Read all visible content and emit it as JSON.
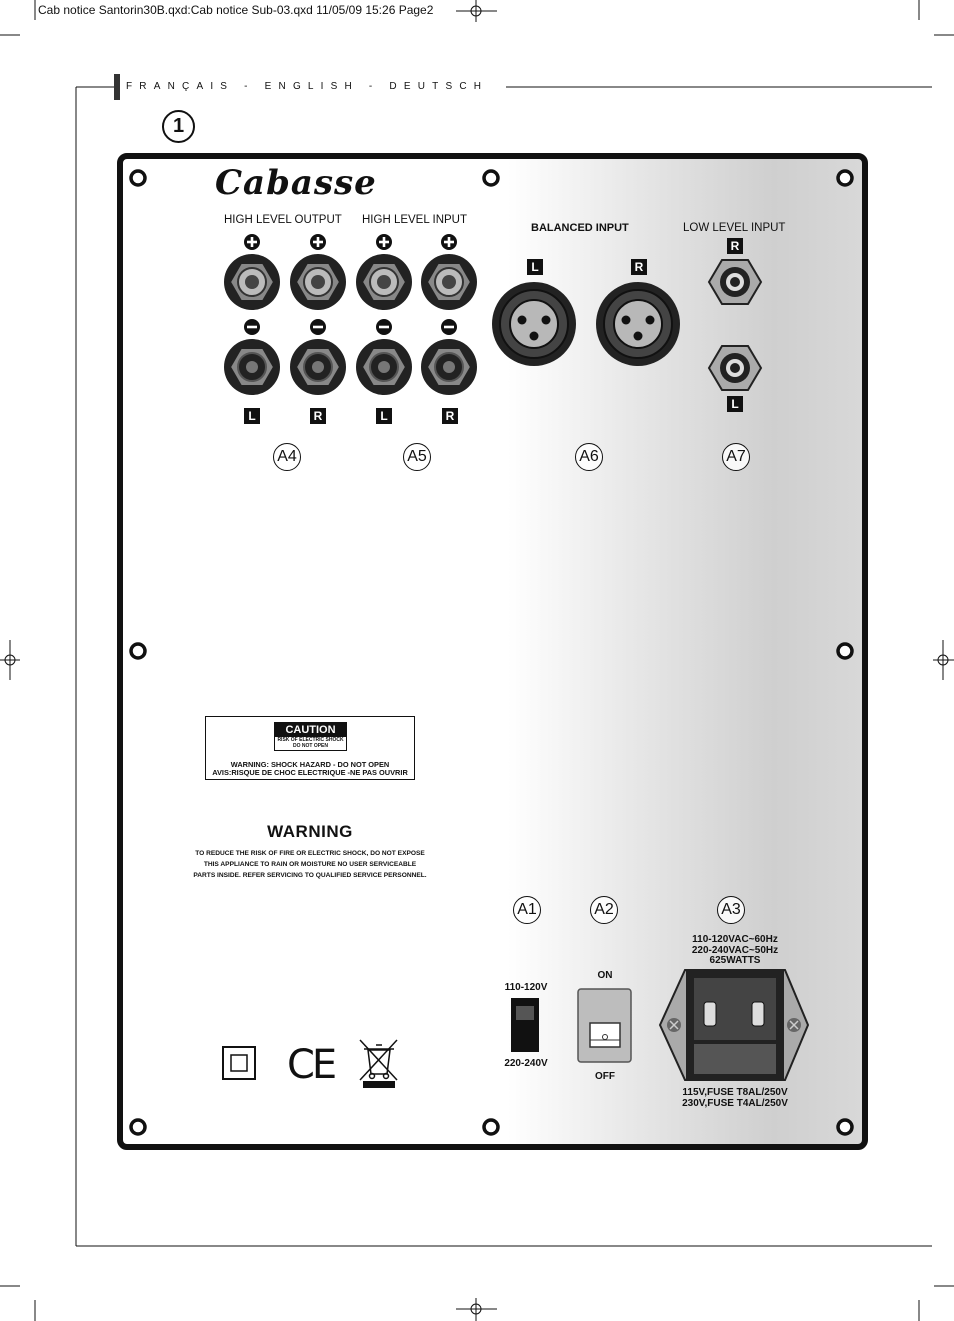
{
  "slug": "Cab notice Santorin30B.qxd:Cab notice Sub-03.qxd  11/05/09  15:26  Page2",
  "languages": "FRANÇAIS - ENGLISH - DEUTSCH",
  "figure_number": "1",
  "brand": "Cabasse",
  "connectors": {
    "high_level_output": "HIGH LEVEL OUTPUT",
    "high_level_input": "HIGH LEVEL INPUT",
    "balanced_input": "BALANCED  INPUT",
    "low_level_input": "LOW  LEVEL  INPUT",
    "plus": "+",
    "minus": "−",
    "left": "L",
    "right": "R"
  },
  "callouts": {
    "a4": "A4",
    "a5": "A5",
    "a6": "A6",
    "a7": "A7",
    "a1": "A1",
    "a2": "A2",
    "a3": "A3"
  },
  "caution": {
    "title": "CAUTION",
    "sub1": "RISK OF ELECTRIC SHOCK",
    "sub2": "DO NOT OPEN",
    "line1": "WARNING: SHOCK HAZARD - DO NOT  OPEN",
    "line2": "AVIS:RISQUE DE CHOC ELECTRIQUE -NE PAS OUVRIR"
  },
  "warning": {
    "title": "WARNING",
    "line1": "TO REDUCE THE RISK OF FIRE OR ELECTRIC SHOCK, DO NOT EXPOSE",
    "line2": "THIS APPLIANCE TO RAIN OR MOISTURE  NO USER SERVICEABLE",
    "line3": "PARTS INSIDE. REFER SERVICING TO QUALIFIED SERVICE PERSONNEL."
  },
  "voltage_switch": {
    "top": "110-120V",
    "bottom": "220-240V"
  },
  "power_switch": {
    "on": "ON",
    "off": "OFF"
  },
  "power_inlet": {
    "spec1": "110-120VAC~60Hz",
    "spec2": "220-240VAC~50Hz",
    "spec3": "625WATTS",
    "fuse1": "115V,FUSE T8AL/250V",
    "fuse2": "230V,FUSE T4AL/250V"
  },
  "marks": {
    "ce": "CE"
  }
}
